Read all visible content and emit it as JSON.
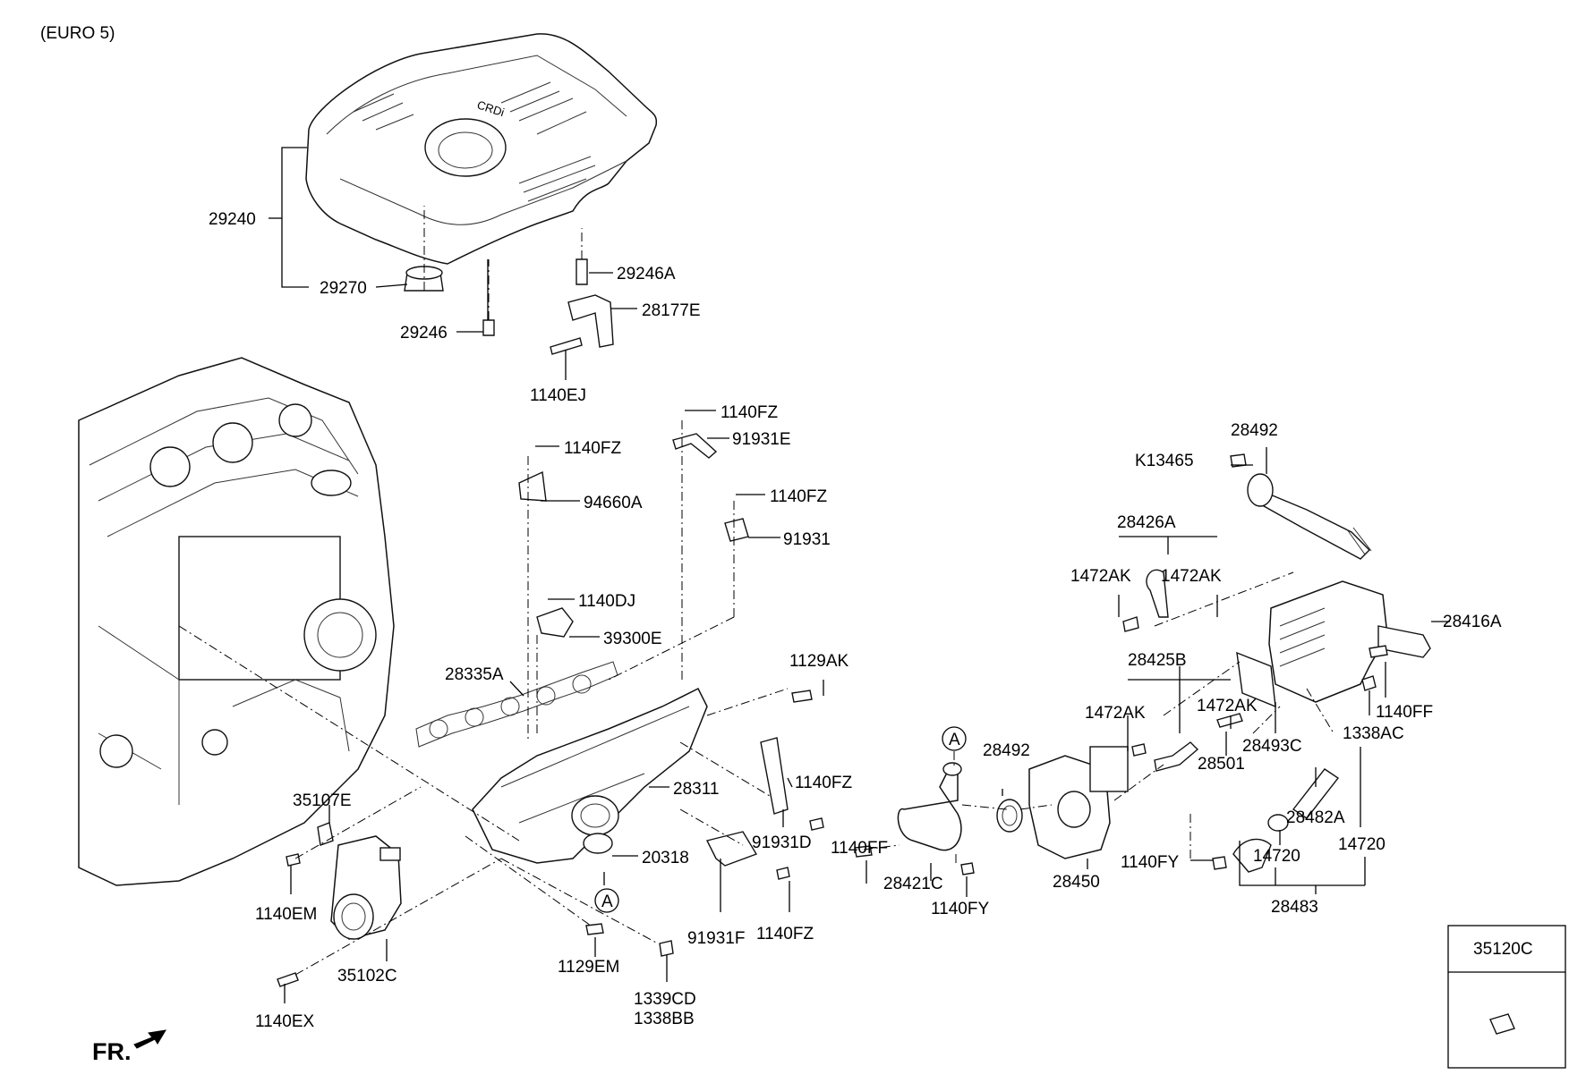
{
  "header": {
    "variant": "(EURO 5)"
  },
  "direction": {
    "label": "FR."
  },
  "parts": {
    "p29240": "29240",
    "p29270": "29270",
    "p29246": "29246",
    "p29246A": "29246A",
    "p28177E": "28177E",
    "p1140EJ": "1140EJ",
    "p1140FZ_a": "1140FZ",
    "p91931E": "91931E",
    "p1140FZ_b": "1140FZ",
    "p94660A": "94660A",
    "p1140FZ_c": "1140FZ",
    "p91931": "91931",
    "p1140DJ": "1140DJ",
    "p39300E": "39300E",
    "p28335A": "28335A",
    "p1129AK": "1129AK",
    "p28311": "28311",
    "p1140FZ_d": "1140FZ",
    "p91931D": "91931D",
    "p20318": "20318",
    "pA_1": "A",
    "p91931F": "91931F",
    "p1140FZ_e": "1140FZ",
    "p35107E": "35107E",
    "p1140EM": "1140EM",
    "p35102C": "35102C",
    "p1140EX": "1140EX",
    "p1129EM": "1129EM",
    "p1339CD": "1339CD",
    "p1338BB": "1338BB",
    "pA_2": "A",
    "p1140FF_a": "1140FF",
    "p28421C": "28421C",
    "p1140FY_a": "1140FY",
    "p28492_a": "28492",
    "p28450": "28450",
    "p28492_b": "28492",
    "pK13465": "K13465",
    "p28426A": "28426A",
    "p1472AK_a": "1472AK",
    "p1472AK_b": "1472AK",
    "p28416A": "28416A",
    "p28425B": "28425B",
    "p1472AK_c": "1472AK",
    "p1472AK_d": "1472AK",
    "p28501": "28501",
    "p28493C": "28493C",
    "p1140FF_b": "1140FF",
    "p1338AC": "1338AC",
    "p28482A": "28482A",
    "p14720_a": "14720",
    "p14720_b": "14720",
    "p1140FY_b": "1140FY",
    "p28483": "28483",
    "p35120C": "35120C"
  }
}
